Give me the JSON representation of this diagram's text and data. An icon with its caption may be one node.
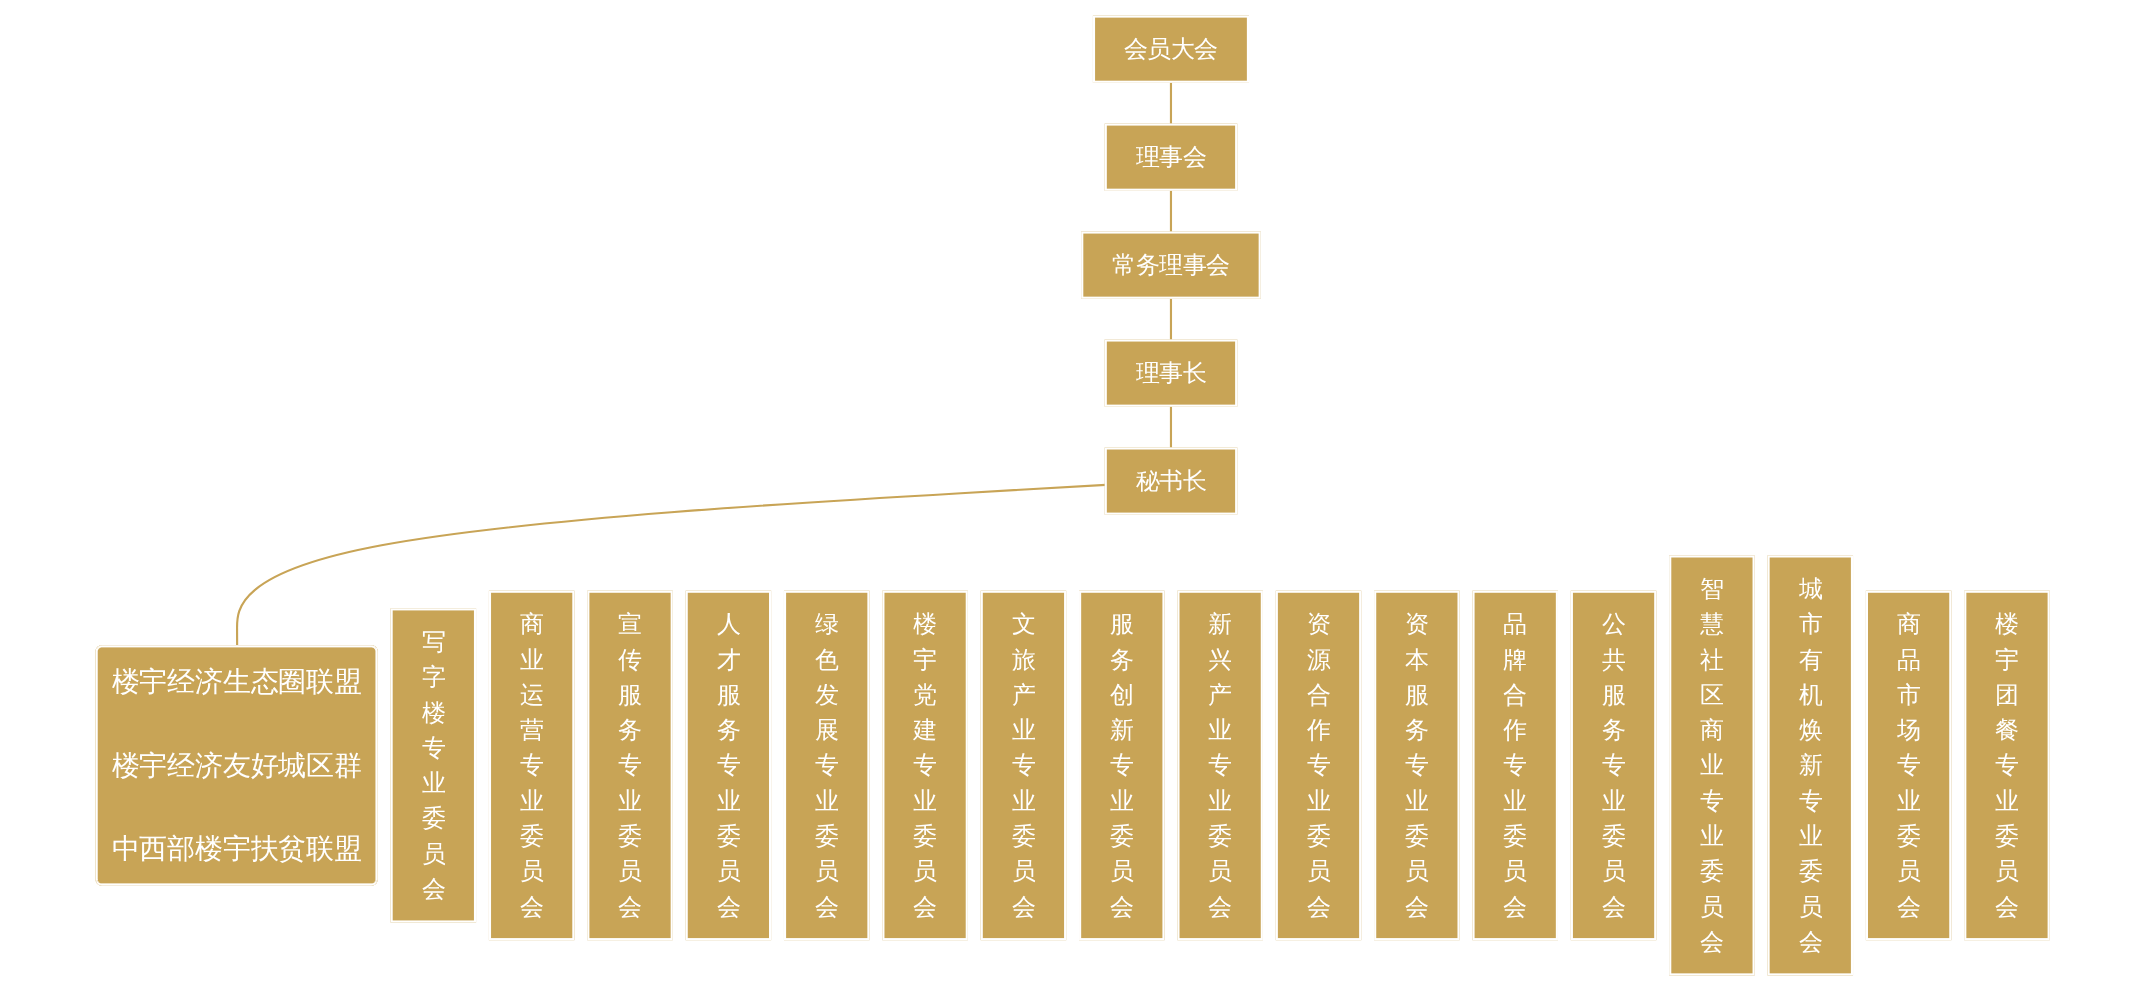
{
  "diagram": {
    "nodes": [
      {
        "text": [
          "会员大会"
        ]
      },
      {
        "text": [
          "理事会"
        ]
      },
      {
        "text": [
          "常务理事会"
        ]
      },
      {
        "text": [
          "理事长"
        ]
      },
      {
        "text": [
          "秘书长"
        ]
      },
      {
        "text": [
          "写字楼专业委员会"
        ]
      },
      {
        "text": [
          "商业运营专业委员会"
        ]
      },
      {
        "text": [
          "宣传服务专业委员会"
        ]
      },
      {
        "text": [
          "人才服务专业委员会"
        ]
      },
      {
        "text": [
          "绿色发展专业委员会"
        ]
      },
      {
        "text": [
          "楼宇党建专业委员会"
        ]
      },
      {
        "text": [
          "文旅产业专业委员会"
        ]
      },
      {
        "text": [
          "服务创新专业委员会"
        ]
      },
      {
        "text": [
          "新兴产业专业委员会"
        ]
      },
      {
        "text": [
          "资源合作专业委员会"
        ]
      },
      {
        "text": [
          "资本服务专业委员会"
        ]
      },
      {
        "text": [
          "品牌合作专业委员会"
        ]
      },
      {
        "text": [
          "公共服务专业委员会"
        ]
      },
      {
        "text": [
          "智慧社区商业专业委员会"
        ]
      },
      {
        "text": [
          "城市有机焕新专业委员会"
        ]
      },
      {
        "text": [
          "商品市场专业委员会"
        ]
      },
      {
        "text": [
          "楼宇团餐专业委员会"
        ]
      },
      {
        "text": [
          "楼宇经济生态圈联盟",
          "楼宇经济友好城区群",
          "中西部楼宇扶贫联盟"
        ]
      }
    ],
    "edges": [
      {
        "from": 0,
        "to": 1,
        "arrow": "none"
      },
      {
        "from": 1,
        "to": 2,
        "arrow": "none"
      },
      {
        "from": 2,
        "to": 3,
        "arrow": "none"
      },
      {
        "from": 3,
        "to": 4,
        "arrow": "none"
      },
      {
        "from": 4,
        "to": 22,
        "arrow": "none"
      }
    ]
  }
}
